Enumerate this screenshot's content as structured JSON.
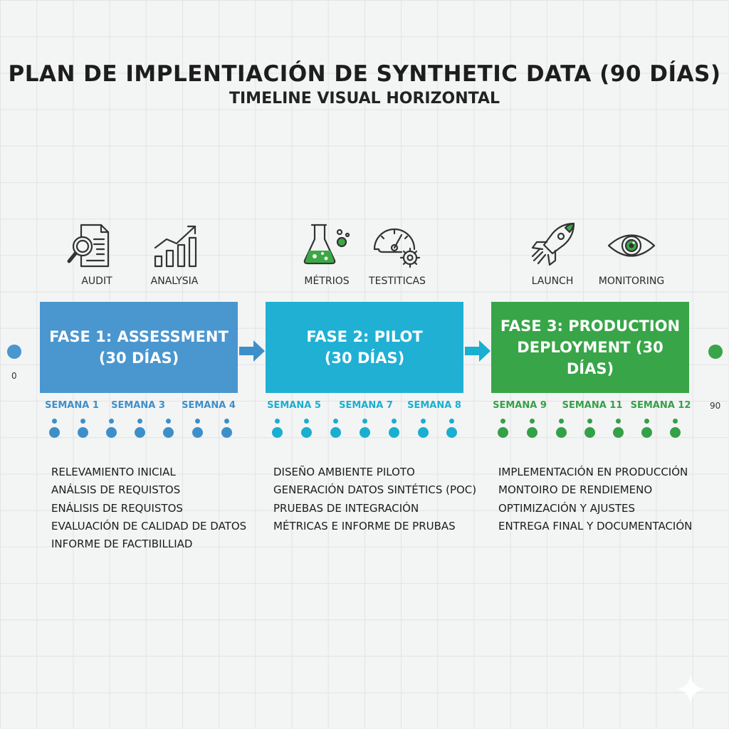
{
  "title": "PLAN DE IMPLENTIACIÓN DE SYNTHETIC DATA (90 DÍAS)",
  "subtitle": "TIMELINE VISUAL HORIZONTAL",
  "timeline": {
    "start_label": "0",
    "end_label": "90"
  },
  "colors": {
    "phase1": "#4a96cf",
    "phase2": "#1fb0d4",
    "phase3": "#38a548",
    "green_accent": "#3aa944"
  },
  "phases": [
    {
      "line1": "FASE 1: ASSESSMENT",
      "line2": "(30 DÍAS)",
      "icons": [
        {
          "name": "audit-document-magnifier-icon",
          "label": "AUDIT"
        },
        {
          "name": "analysis-bar-chart-icon",
          "label": "ANALYSIA"
        }
      ],
      "weeks": [
        "SEMANA 1",
        "SEMANA 3",
        "SEMANA 4"
      ],
      "tasks": [
        "RELEVAMIENTO INICIAL",
        "ANÁLSIS DE REQUISTOS",
        "ENÁLISIS DE REQUISTOS",
        "EVALUACIÓN DE CALIDAD DE DATOS",
        "INFORME DE FACTIBILLIAD"
      ]
    },
    {
      "line1": "FASE 2: PILOT",
      "line2": "(30 DÍAS)",
      "icons": [
        {
          "name": "flask-icon",
          "label": "MÉTRIOS"
        },
        {
          "name": "gauge-gear-icon",
          "label": "TESTITICAS"
        }
      ],
      "weeks": [
        "SEMANA 5",
        "SEMANA 7",
        "SEMANA 8"
      ],
      "tasks": [
        "DISEÑO AMBIENTE PILOTO",
        "GENERACIÓN DATOS SINTÉTICS (POC)",
        "PRUEBAS DE INTEGRACIÓN",
        "MÉTRICAS E INFORME DE PRUBAS"
      ]
    },
    {
      "line1": "FASE 3: PRODUCTION",
      "line2": "DEPLOYMENT (30 DÍAS)",
      "icons": [
        {
          "name": "rocket-icon",
          "label": "LAUNCH"
        },
        {
          "name": "eye-icon",
          "label": "MONITORING"
        }
      ],
      "weeks": [
        "SEMANA 9",
        "SEMANA 11",
        "SEMANA 12"
      ],
      "tasks": [
        "IMPLEMENTACIÓN EN PRODUCCIÓN",
        "MONTOIRO DE RENDIEMENO",
        "OPTIMIZACIÓN Y AJUSTES",
        "ENTREGA FINAL Y DOCUMENTACIÓN"
      ]
    }
  ]
}
